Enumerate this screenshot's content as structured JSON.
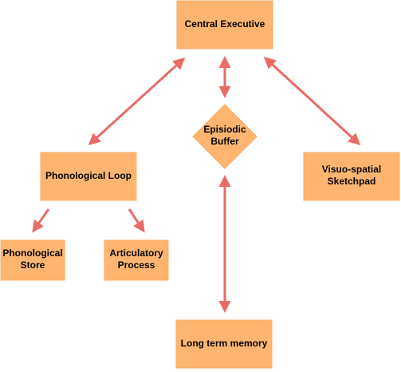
{
  "diagram": {
    "colors": {
      "node_fill": "#ffb570",
      "edge": "#ea6b66",
      "text": "#000000"
    },
    "nodes": {
      "central_executive": {
        "label": "Central Executive"
      },
      "episodic_buffer": {
        "label_line1": "Episiodic",
        "label_line2": "Buffer"
      },
      "phonological_loop": {
        "label": "Phonological Loop"
      },
      "visuo_spatial": {
        "label_line1": "Visuo-spatial",
        "label_line2": "Sketchpad"
      },
      "phonological_store": {
        "label_line1": "Phonological",
        "label_line2": "Store"
      },
      "articulatory_process": {
        "label_line1": "Articulatory",
        "label_line2": "Process"
      },
      "long_term_memory": {
        "label": "Long term memory"
      }
    },
    "edges": [
      {
        "from": "central_executive",
        "to": "phonological_loop",
        "direction": "both"
      },
      {
        "from": "central_executive",
        "to": "episodic_buffer",
        "direction": "both"
      },
      {
        "from": "central_executive",
        "to": "visuo_spatial",
        "direction": "both"
      },
      {
        "from": "phonological_loop",
        "to": "phonological_store",
        "direction": "forward"
      },
      {
        "from": "phonological_loop",
        "to": "articulatory_process",
        "direction": "forward"
      },
      {
        "from": "episodic_buffer",
        "to": "long_term_memory",
        "direction": "both"
      }
    ]
  }
}
